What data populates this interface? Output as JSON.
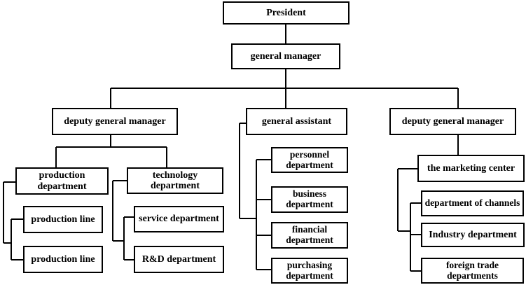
{
  "org_chart": {
    "president": "President",
    "general_manager": "general manager",
    "left_deputy": {
      "title": "deputy general manager",
      "production_department": "production department",
      "production_lines": [
        "production line",
        "production line"
      ],
      "technology_department": "technology department",
      "tech_children": [
        "service department",
        "R&D department"
      ]
    },
    "general_assistant": {
      "title": "general assistant",
      "departments": [
        "personnel department",
        "business department",
        "financial department",
        "purchasing department"
      ]
    },
    "right_deputy": {
      "title": "deputy general manager",
      "marketing_center": "the marketing center",
      "marketing_children": [
        "department of channels",
        "Industry department",
        "foreign trade departments"
      ]
    }
  }
}
